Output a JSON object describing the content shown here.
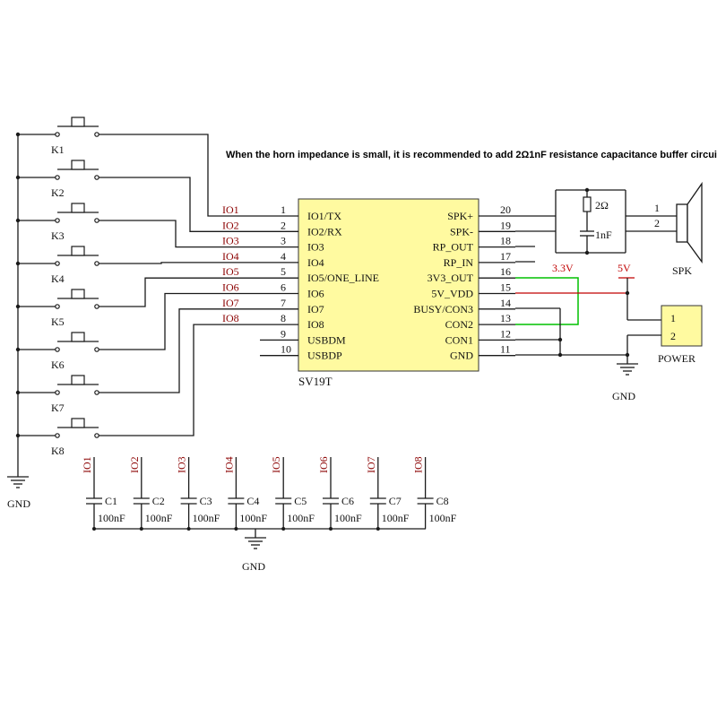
{
  "note": "When the horn impedance is small, it is recommended to add 2Ω1nF resistance capacitance buffer circuit",
  "chip": {
    "name": "SV19T",
    "fill": "#fffaa0",
    "left_pins": [
      {
        "num": "1",
        "label": "IO1/TX"
      },
      {
        "num": "2",
        "label": "IO2/RX"
      },
      {
        "num": "3",
        "label": "IO3"
      },
      {
        "num": "4",
        "label": "IO4"
      },
      {
        "num": "5",
        "label": "IO5/ONE_LINE"
      },
      {
        "num": "6",
        "label": "IO6"
      },
      {
        "num": "7",
        "label": "IO7"
      },
      {
        "num": "8",
        "label": "IO8"
      },
      {
        "num": "9",
        "label": "USBDM"
      },
      {
        "num": "10",
        "label": "USBDP"
      }
    ],
    "right_pins": [
      {
        "num": "20",
        "label": "SPK+"
      },
      {
        "num": "19",
        "label": "SPK-"
      },
      {
        "num": "18",
        "label": "RP_OUT"
      },
      {
        "num": "17",
        "label": "RP_IN"
      },
      {
        "num": "16",
        "label": "3V3_OUT"
      },
      {
        "num": "15",
        "label": "5V_VDD"
      },
      {
        "num": "14",
        "label": "BUSY/CON3"
      },
      {
        "num": "13",
        "label": "CON2"
      },
      {
        "num": "12",
        "label": "CON1"
      },
      {
        "num": "11",
        "label": "GND"
      }
    ]
  },
  "net_labels": [
    "IO1",
    "IO2",
    "IO3",
    "IO4",
    "IO5",
    "IO6",
    "IO7",
    "IO8"
  ],
  "keys": [
    "K1",
    "K2",
    "K3",
    "K4",
    "K5",
    "K6",
    "K7",
    "K8"
  ],
  "caps": {
    "io_labels": [
      "IO1",
      "IO2",
      "IO3",
      "IO4",
      "IO5",
      "IO6",
      "IO7",
      "IO8"
    ],
    "names": [
      "C1",
      "C2",
      "C3",
      "C4",
      "C5",
      "C6",
      "C7",
      "C8"
    ],
    "value": "100nF"
  },
  "snubber": {
    "resistor": "2Ω",
    "capacitor": "1nF"
  },
  "speaker": {
    "label": "SPK",
    "pin1": "1",
    "pin2": "2"
  },
  "power": {
    "label": "POWER",
    "pin1": "1",
    "pin2": "2",
    "v5": "5V",
    "v33": "3.3V"
  },
  "gnd": "GND",
  "colors": {
    "wire": "#1a1a1a",
    "rail_5v": "#c00000",
    "jumper": "#00c000",
    "net_label": "#8b0000"
  }
}
